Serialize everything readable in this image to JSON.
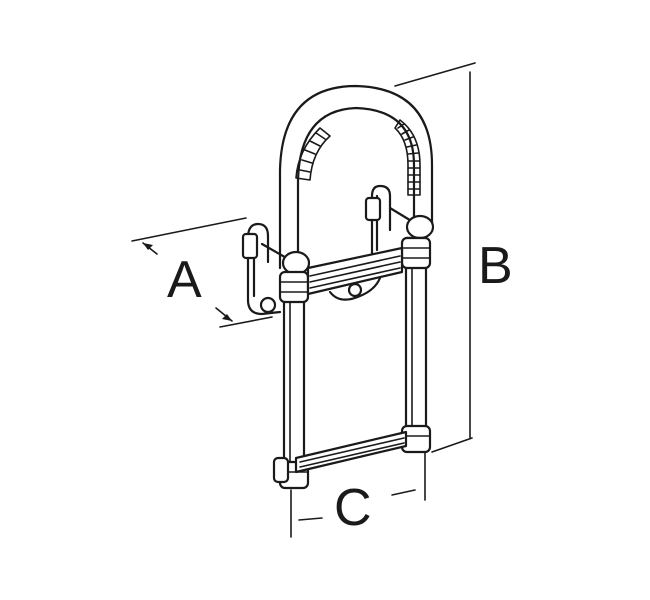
{
  "diagram": {
    "labels": {
      "a": "A",
      "b": "B",
      "c": "C"
    },
    "colors": {
      "stroke": "#1a1a1a",
      "background": "#ffffff"
    }
  }
}
